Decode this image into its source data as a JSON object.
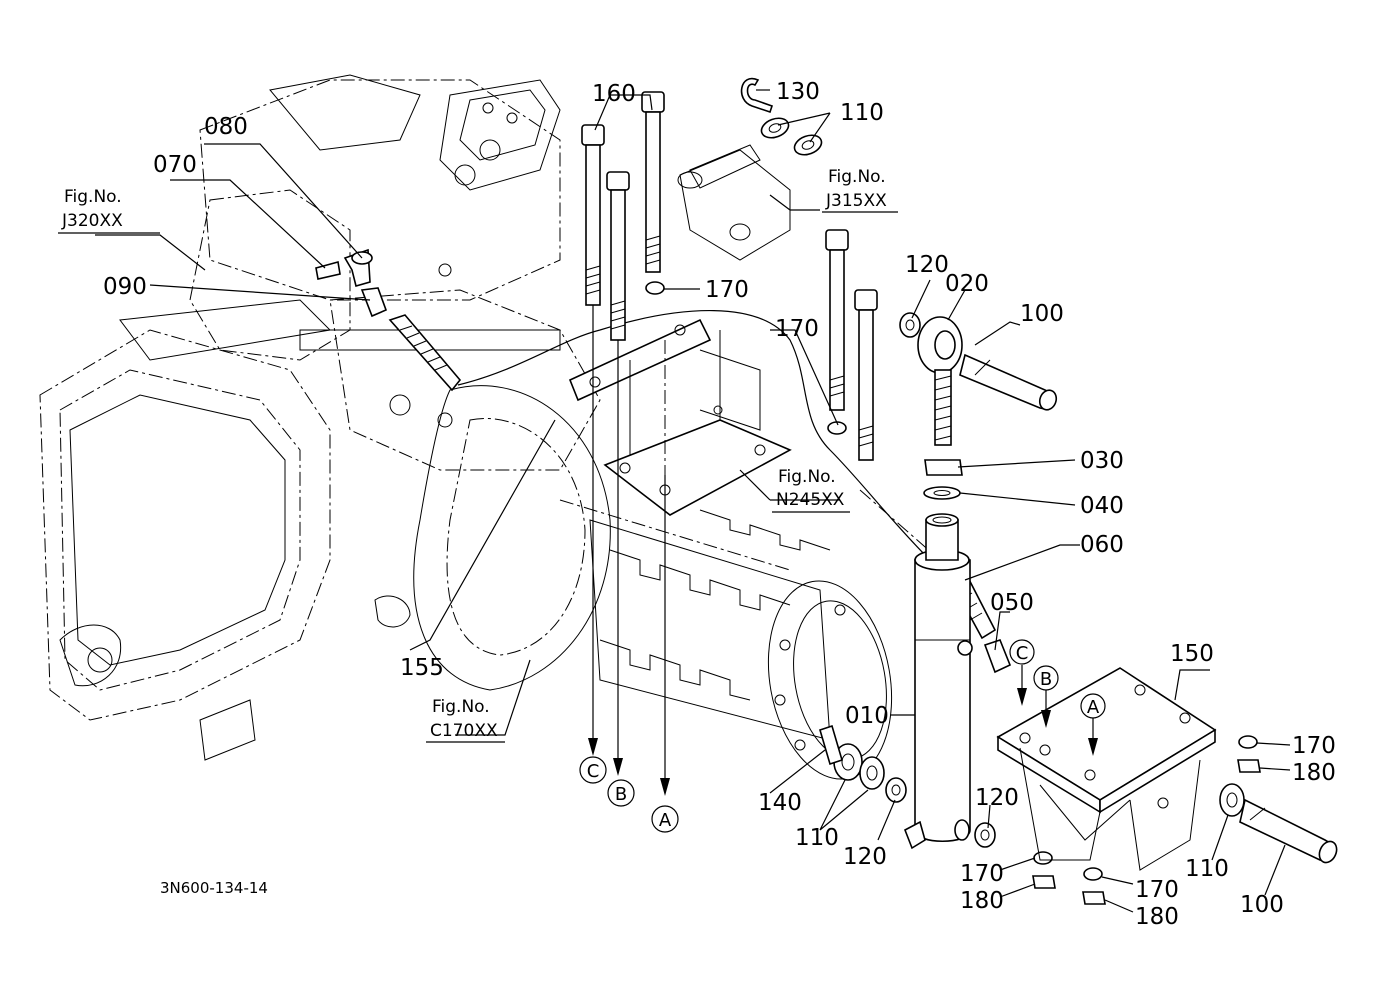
{
  "diagram": {
    "drawing_code": "3N600-134-14",
    "part_labels": {
      "p010": "010",
      "p020": "020",
      "p030": "030",
      "p040": "040",
      "p050": "050",
      "p060": "060",
      "p070": "070",
      "p080": "080",
      "p090": "090",
      "p100a": "100",
      "p100b": "100",
      "p110a": "110",
      "p110b": "110",
      "p110c": "110",
      "p120a": "120",
      "p120b": "120",
      "p120c": "120",
      "p130": "130",
      "p140": "140",
      "p150": "150",
      "p155": "155",
      "p160": "160",
      "p170a": "170",
      "p170b": "170",
      "p170c": "170",
      "p170d": "170",
      "p170e": "170",
      "p180a": "180",
      "p180b": "180",
      "p180c": "180"
    },
    "fig_refs": {
      "j320": {
        "title": "Fig.No.",
        "code": "J320XX"
      },
      "j315": {
        "title": "Fig.No.",
        "code": "J315XX"
      },
      "n245": {
        "title": "Fig.No.",
        "code": "N245XX"
      },
      "c170": {
        "title": "Fig.No.",
        "code": "C170XX"
      }
    },
    "markers": {
      "a_bottom": "A",
      "b_bottom": "B",
      "c_bottom": "C",
      "a_plate": "A",
      "b_plate": "B",
      "c_plate": "C"
    }
  }
}
